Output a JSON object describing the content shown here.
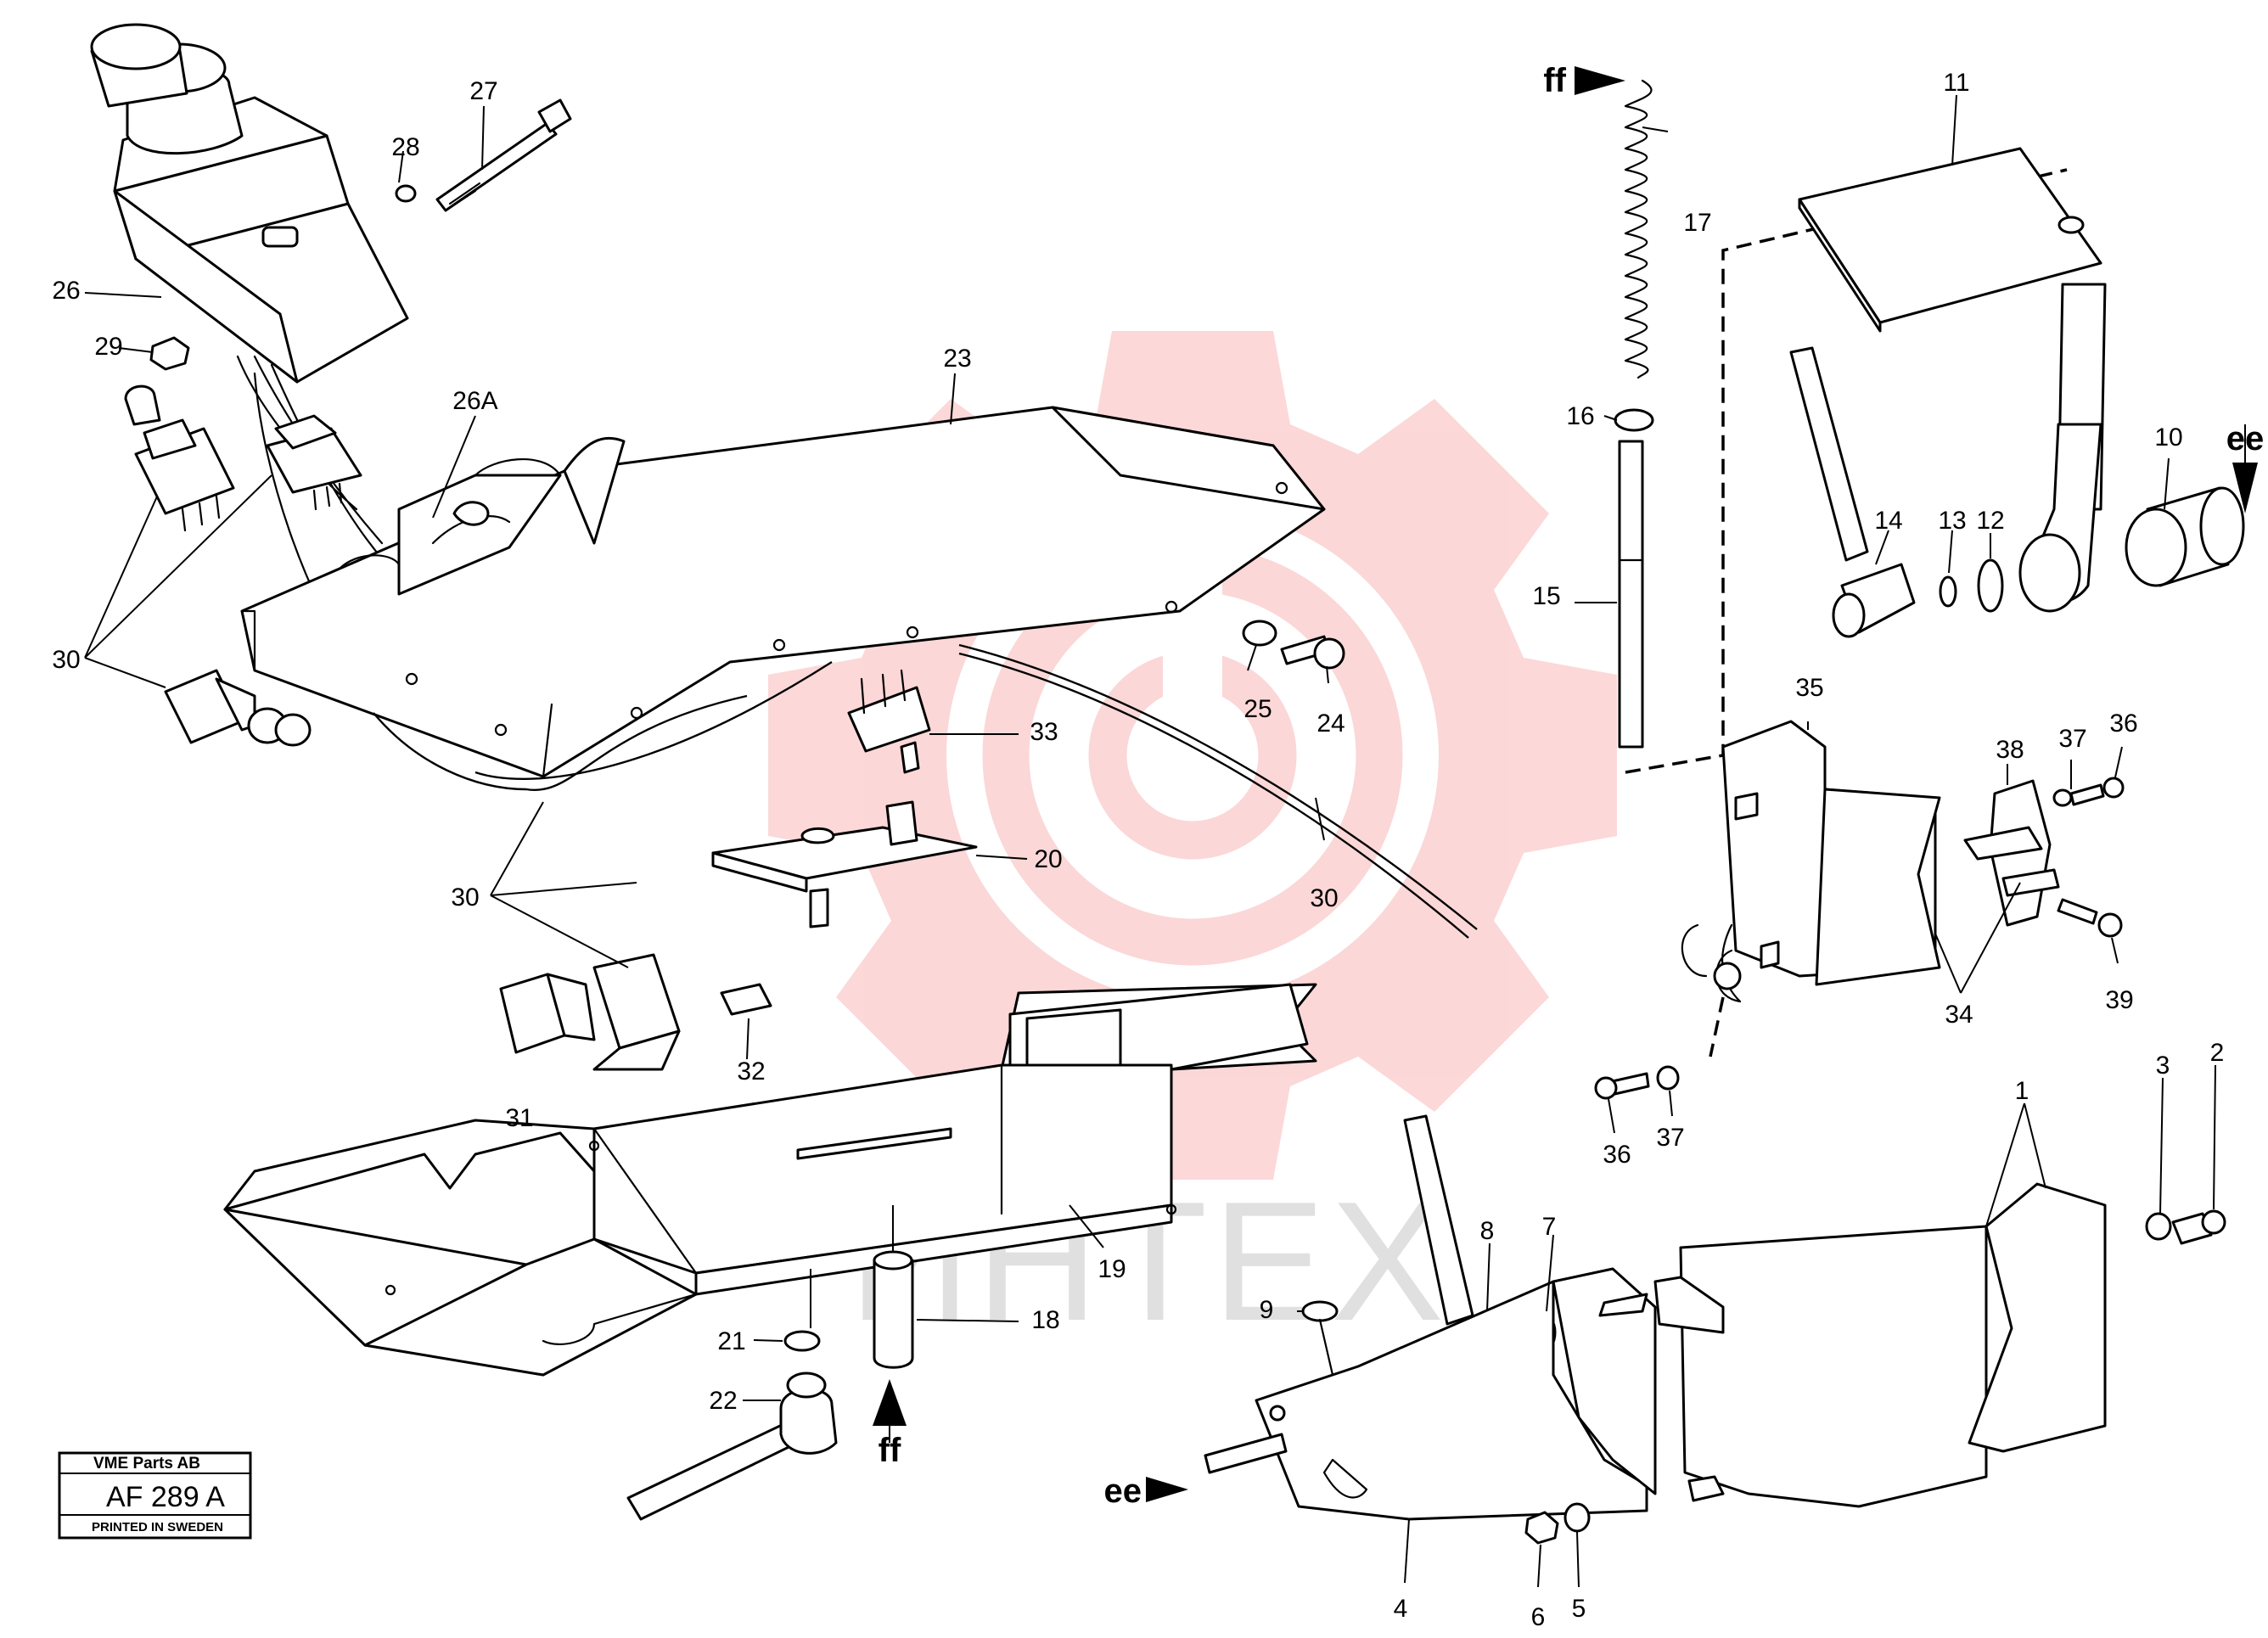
{
  "watermark": {
    "text": "ИНТЕХ",
    "gear_color": "#f03c3c"
  },
  "stamp": {
    "header": "VME Parts AB",
    "code": "AF 289 A",
    "footer": "PRINTED IN SWEDEN"
  },
  "callouts": [
    {
      "id": "c1",
      "text": "1"
    },
    {
      "id": "c2",
      "text": "2"
    },
    {
      "id": "c3",
      "text": "3"
    },
    {
      "id": "c4",
      "text": "4"
    },
    {
      "id": "c5",
      "text": "5"
    },
    {
      "id": "c6",
      "text": "6"
    },
    {
      "id": "c7",
      "text": "7"
    },
    {
      "id": "c8",
      "text": "8"
    },
    {
      "id": "c9",
      "text": "9"
    },
    {
      "id": "c10",
      "text": "10"
    },
    {
      "id": "c11",
      "text": "11"
    },
    {
      "id": "c12",
      "text": "12"
    },
    {
      "id": "c13",
      "text": "13"
    },
    {
      "id": "c14",
      "text": "14"
    },
    {
      "id": "c15",
      "text": "15"
    },
    {
      "id": "c16",
      "text": "16"
    },
    {
      "id": "c17",
      "text": "17"
    },
    {
      "id": "c18",
      "text": "18"
    },
    {
      "id": "c19",
      "text": "19"
    },
    {
      "id": "c20",
      "text": "20"
    },
    {
      "id": "c21",
      "text": "21"
    },
    {
      "id": "c22",
      "text": "22"
    },
    {
      "id": "c23",
      "text": "23"
    },
    {
      "id": "c24",
      "text": "24"
    },
    {
      "id": "c25",
      "text": "25"
    },
    {
      "id": "c26",
      "text": "26"
    },
    {
      "id": "c26A",
      "text": "26A"
    },
    {
      "id": "c27",
      "text": "27"
    },
    {
      "id": "c28",
      "text": "28"
    },
    {
      "id": "c29",
      "text": "29"
    },
    {
      "id": "c30a",
      "text": "30"
    },
    {
      "id": "c30b",
      "text": "30"
    },
    {
      "id": "c30c",
      "text": "30"
    },
    {
      "id": "c31",
      "text": "31"
    },
    {
      "id": "c32",
      "text": "32"
    },
    {
      "id": "c33",
      "text": "33"
    },
    {
      "id": "c34",
      "text": "34"
    },
    {
      "id": "c35",
      "text": "35"
    },
    {
      "id": "c36a",
      "text": "36"
    },
    {
      "id": "c36b",
      "text": "36"
    },
    {
      "id": "c37a",
      "text": "37"
    },
    {
      "id": "c37b",
      "text": "37"
    },
    {
      "id": "c38",
      "text": "38"
    },
    {
      "id": "c39",
      "text": "39"
    }
  ],
  "refs": [
    {
      "id": "ff_top",
      "text": "ff"
    },
    {
      "id": "ff_bottom",
      "text": "ff"
    },
    {
      "id": "ee_right",
      "text": "ee"
    },
    {
      "id": "ee_left",
      "text": "ee"
    }
  ]
}
